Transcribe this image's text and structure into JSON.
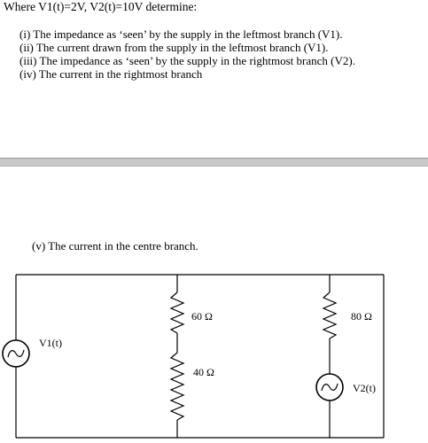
{
  "question": {
    "heading": "Where V1(t)=2V, V2(t)=10V determine:",
    "parts": [
      "(i)  The impedance as ‘seen’ by the supply in the leftmost branch (V1).",
      "(ii)  The current drawn from the supply in the leftmost branch (V1).",
      "(iii) The impedance as ‘seen’ by the supply in the rightmost branch (V2).",
      "(iv)  The current in the rightmost branch"
    ],
    "part_v": "(v)  The current in the centre branch."
  },
  "circuit": {
    "source_left_label": "V1(t)",
    "source_right_label": "V2(t)",
    "r_top_label": "60 Ω",
    "r_bottom_label": "40 Ω",
    "r_right_label": "80 Ω"
  }
}
